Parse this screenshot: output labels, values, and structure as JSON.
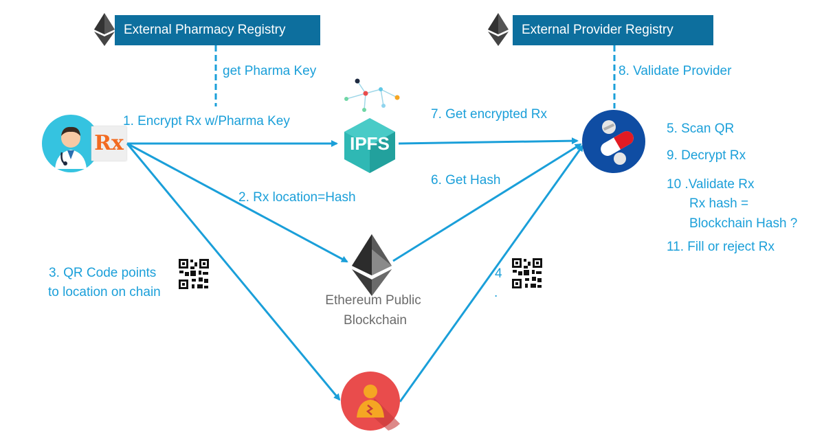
{
  "pharmacy_registry": {
    "label": "External Pharmacy Registry"
  },
  "provider_registry": {
    "label": "External Provider Registry"
  },
  "steps": {
    "get_pharma_key": "get Pharma Key",
    "encrypt": "1. Encrypt Rx w/Pharma Key",
    "location": "2. Rx location=Hash",
    "qr_line1": "3. QR Code points",
    "qr_line2": "to location on chain",
    "step4": "4",
    "step4_dot": ".",
    "scan_qr": "5. Scan QR",
    "get_hash": "6. Get Hash",
    "get_encrypted": "7. Get encrypted Rx",
    "validate_provider": "8. Validate Provider",
    "decrypt": "9. Decrypt Rx",
    "validate_line1": "10 .Validate Rx",
    "validate_line2": "Rx hash =",
    "validate_line3": "Blockchain Hash ?",
    "fill": "11. Fill or reject Rx"
  },
  "ethereum": {
    "line1": "Ethereum Public",
    "line2": "Blockchain"
  },
  "ipfs": {
    "label": "IPFS"
  },
  "rx_badge": {
    "label": "Rx"
  },
  "icons": {
    "doctor": "doctor-icon",
    "pharmacy": "pill-icon",
    "patient": "patient-icon",
    "ethereum": "ethereum-icon",
    "qr": "qr-code-icon",
    "ipfs": "ipfs-icon"
  },
  "colors": {
    "accent": "#1a9fd9",
    "registry": "#0d6f9e",
    "doctor_bg": "#35c3e0",
    "pharmacy_bg": "#0f4da3",
    "patient_bg": "#e94c4c",
    "ipfs": "#2fb8b4",
    "rx": "#f26b21"
  }
}
